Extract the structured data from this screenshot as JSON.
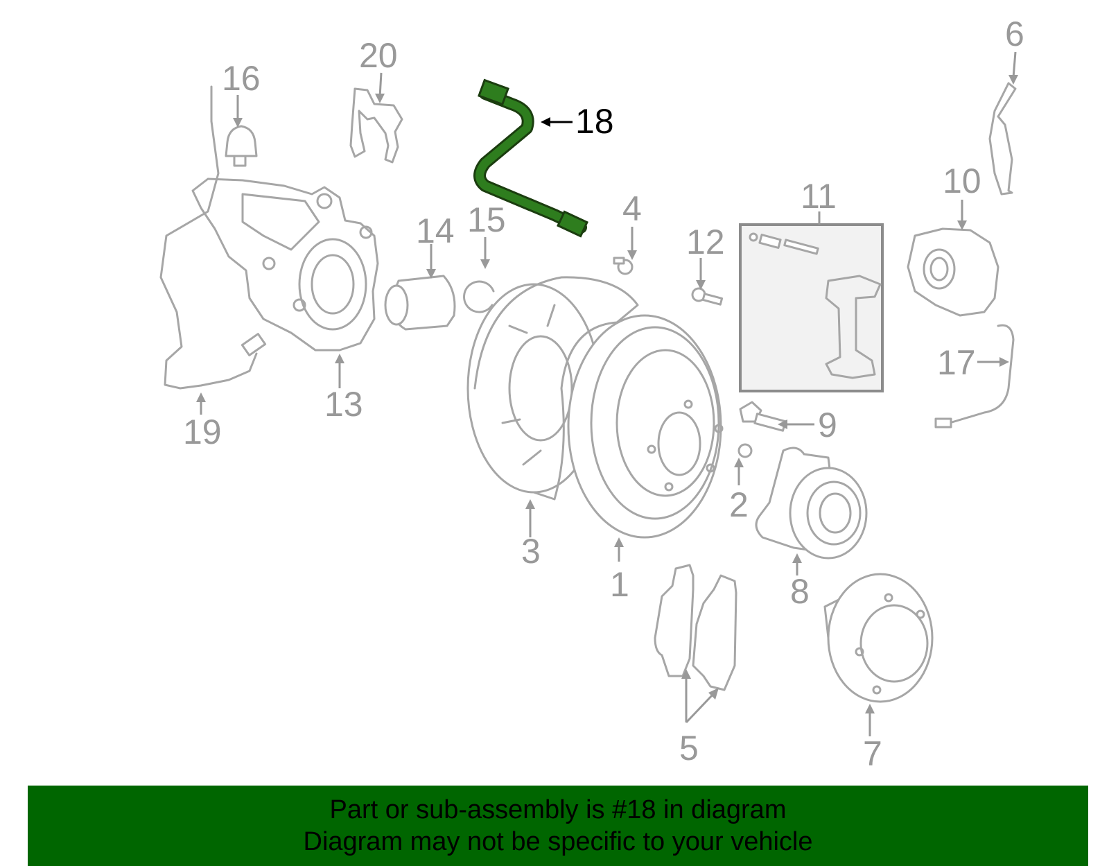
{
  "callouts": {
    "c1": "1",
    "c2": "2",
    "c3": "3",
    "c4": "4",
    "c5": "5",
    "c6": "6",
    "c7": "7",
    "c8": "8",
    "c9": "9",
    "c10": "10",
    "c11": "11",
    "c12": "12",
    "c13": "13",
    "c14": "14",
    "c15": "15",
    "c16": "16",
    "c17": "17",
    "c18": "18",
    "c19": "19",
    "c20": "20"
  },
  "highlighted_part": "18",
  "colors": {
    "highlight": "#2e7d1e",
    "banner": "#006600",
    "line_art": "#a6a6a6"
  },
  "banner": {
    "line1": "Part or sub-assembly is #18 in diagram",
    "line2": "Diagram may not be specific to your vehicle"
  }
}
